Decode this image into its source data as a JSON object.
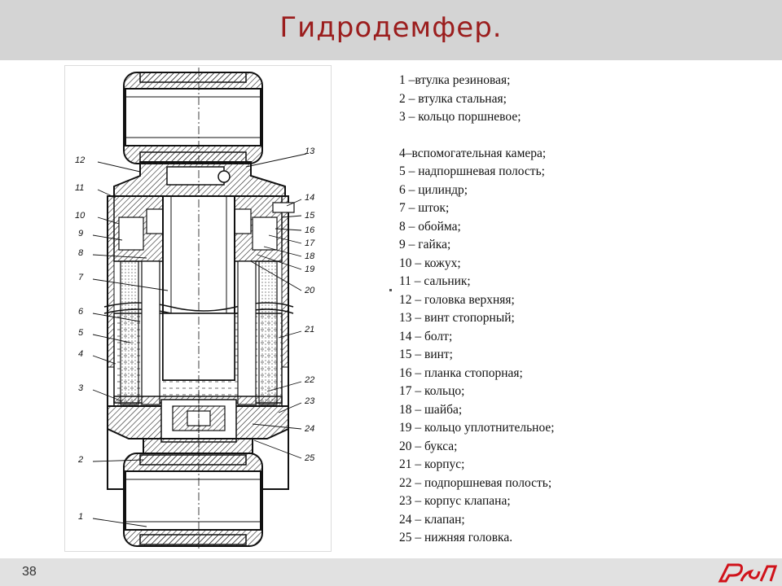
{
  "slide": {
    "title": "Гидродемфер.",
    "page_number": "38",
    "accent_color": "#9b1d1d"
  },
  "diagram": {
    "callouts": [
      "1",
      "2",
      "3",
      "4",
      "5",
      "6",
      "7",
      "8",
      "9",
      "10",
      "11",
      "12",
      "13",
      "14",
      "15",
      "16",
      "17",
      "18",
      "19",
      "20",
      "21",
      "22",
      "23",
      "24",
      "25"
    ]
  },
  "legend": {
    "items": [
      "1 –втулка резиновая;",
      "2 – втулка стальная;",
      "3 – кольцо поршневое;",
      "4–вспомогательная камера;",
      "5 – надпоршневая полость;",
      "6 – цилиндр;",
      "7 – шток;",
      "8 – обойма;",
      "9 – гайка;",
      "10 – кожух;",
      "11 – сальник;",
      "12 – головка верхняя;",
      "13 – винт стопорный;",
      "14 – болт;",
      "15 – винт;",
      "16 – планка стопорная;",
      "17 – кольцо;",
      "18 – шайба;",
      "19 – кольцо уплотнительное;",
      "20 – букса;",
      "21 – корпус;",
      "22 – подпоршневая полость;",
      "23 – корпус клапана;",
      "24 – клапан;",
      "25 – нижняя головка."
    ]
  }
}
